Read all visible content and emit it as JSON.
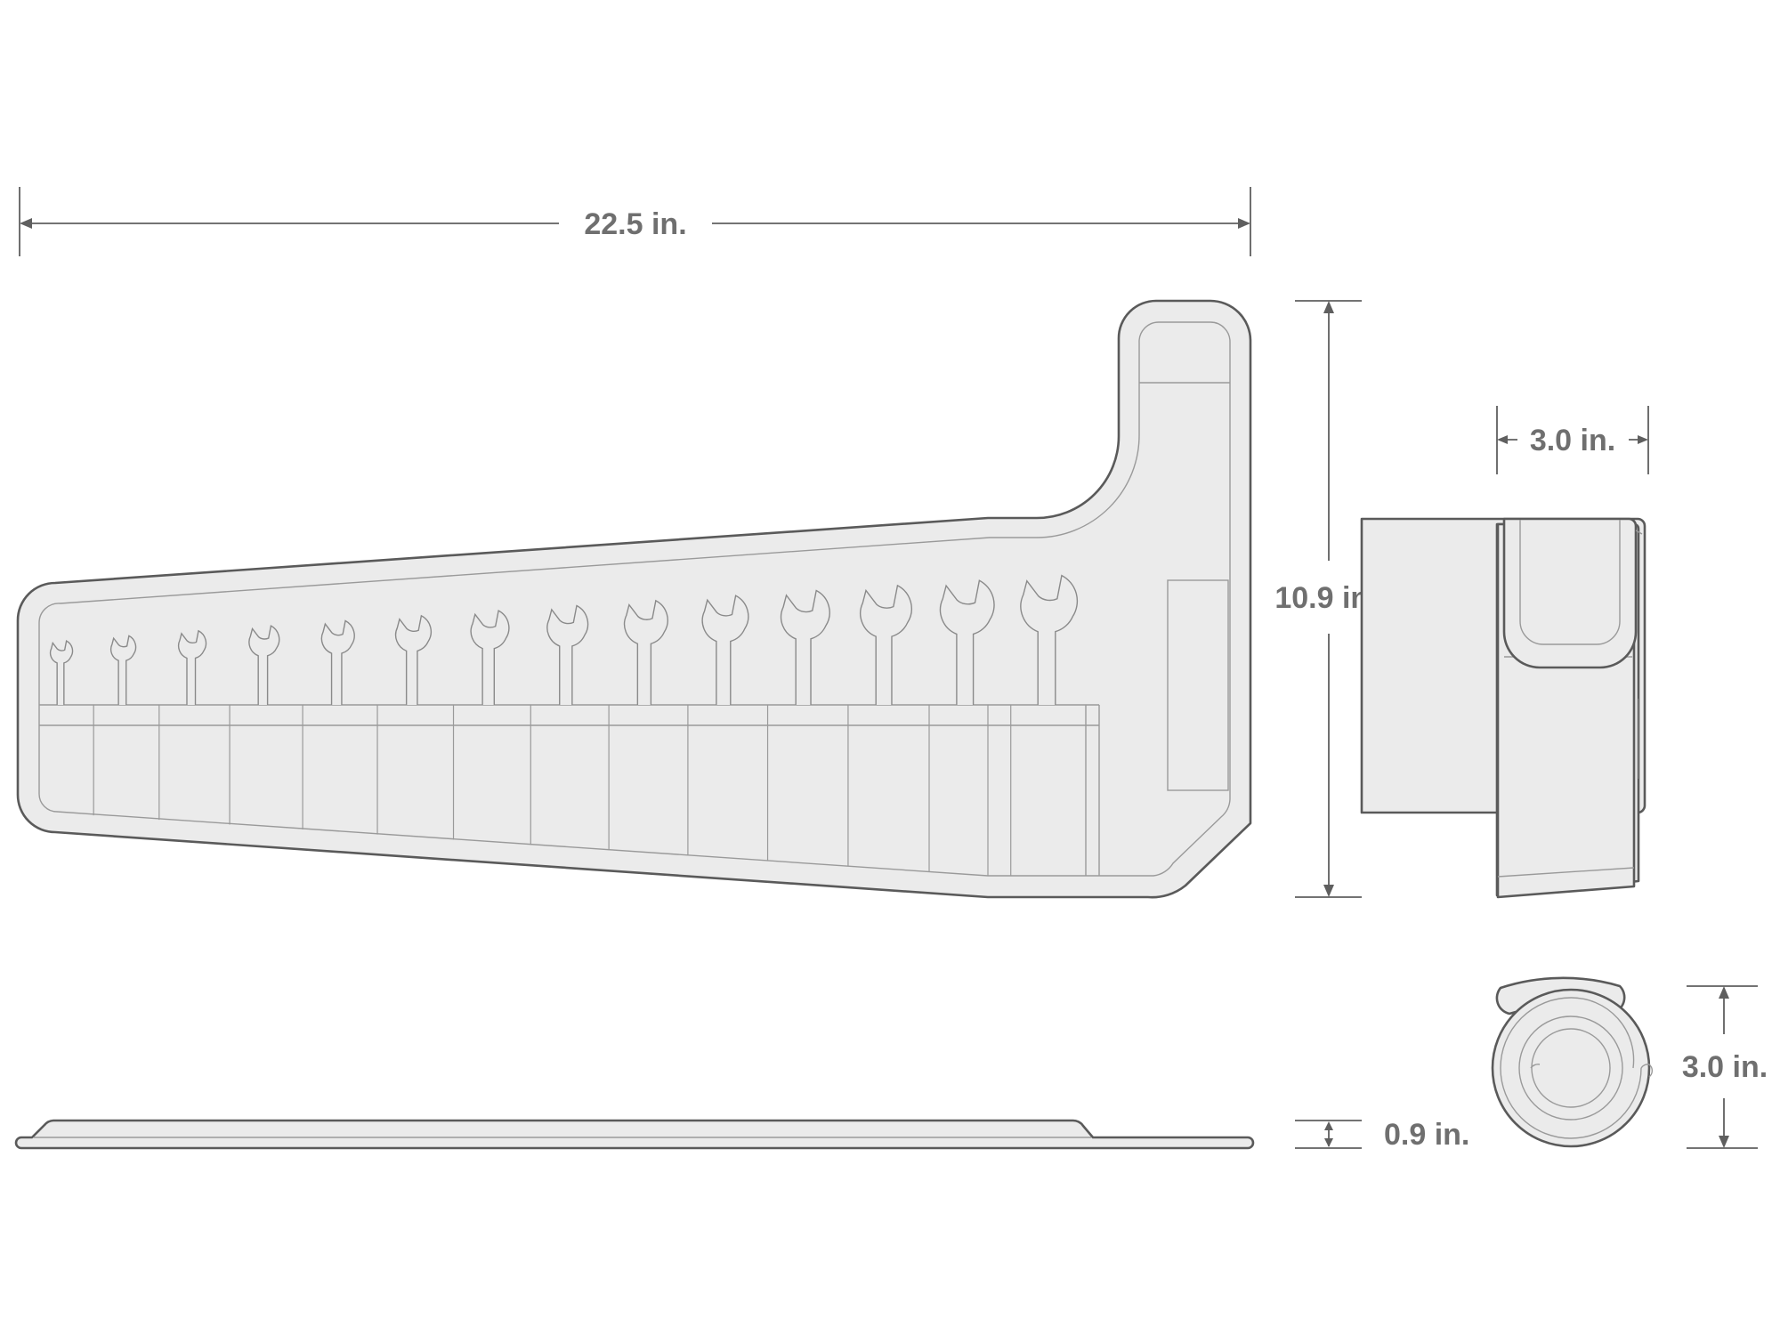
{
  "dimensions": {
    "width": "22.5 in.",
    "height": "10.9 in.",
    "thickness": "0.9 in.",
    "rolled_width": "3.0 in.",
    "rolled_diameter": "3.0 in."
  },
  "wrench_count": 14,
  "colors": {
    "body_fill": "#ebebeb",
    "outline": "#5a5a5a",
    "label": "#6f6f6f"
  }
}
